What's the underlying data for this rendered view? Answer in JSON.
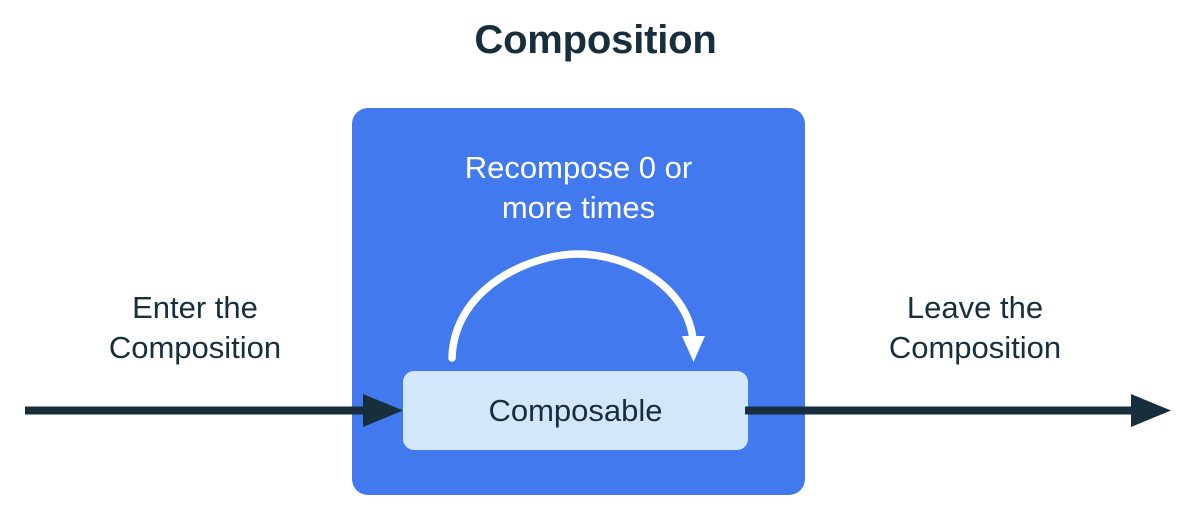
{
  "title": "Composition",
  "colors": {
    "background": "#ffffff",
    "ink": "#172E3C",
    "composition_fill": "#4279EE",
    "composable_fill": "#D2E8FA",
    "arrow_white": "#ffffff",
    "arrow_dark": "#172E3C"
  },
  "diagram": {
    "enter_label": "Enter the\nComposition",
    "enter_label_line1": "Enter the",
    "enter_label_line2": "Composition",
    "leave_label_line1": "Leave the",
    "leave_label_line2": "Composition",
    "composition": {
      "recompose_label_line1": "Recompose 0 or",
      "recompose_label_line2": "more times",
      "recompose_count": "0",
      "composable_label": "Composable"
    },
    "icons": {
      "enter_arrow": "arrow-right-icon",
      "leave_arrow": "arrow-right-icon",
      "recompose_loop": "curved-loop-arrow-icon"
    }
  },
  "chart_data": {
    "type": "diagram",
    "title": "Composition",
    "nodes": [
      {
        "id": "composition",
        "label": "Composition",
        "kind": "container",
        "fill": "#4279EE"
      },
      {
        "id": "composable",
        "label": "Composable",
        "kind": "node",
        "fill": "#D2E8FA"
      }
    ],
    "edges": [
      {
        "id": "enter",
        "label": "Enter the Composition",
        "from": "outside",
        "to": "composable",
        "direction": "right"
      },
      {
        "id": "recompose",
        "label": "Recompose 0 or more times",
        "from": "composable",
        "to": "composable",
        "direction": "loop"
      },
      {
        "id": "leave",
        "label": "Leave the Composition",
        "from": "composable",
        "to": "outside",
        "direction": "right"
      }
    ]
  }
}
